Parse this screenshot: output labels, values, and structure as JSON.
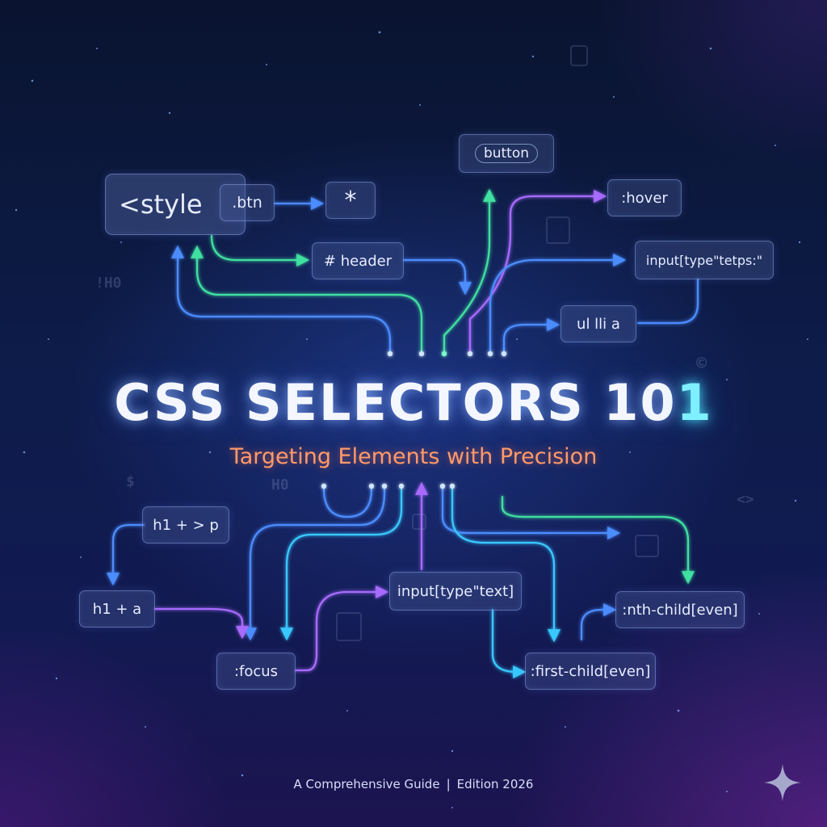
{
  "title": {
    "main": "CSS SELECTORS 10",
    "accent": "1"
  },
  "subtitle": "Targeting Elements with Precision",
  "footer": {
    "left": "A Comprehensive Guide",
    "separator": "|",
    "right": "Edition 2026"
  },
  "chips": {
    "style_tag": "<style",
    "btn": ".btn",
    "universal": "*",
    "button": "button",
    "hover": ":hover",
    "header": "# header",
    "input_attr_top": "input[type\"tetps:\"",
    "ul_li_a": "ul lli a",
    "h1_plus_p": "h1 + > p",
    "h1_plus_a": "h1 + a",
    "focus": ":focus",
    "input_text": "input[type\"text]",
    "nth_child": ":nth-child[even]",
    "first_child": ":first-child[even]"
  },
  "decor": {
    "ghost_left": "!H0",
    "ghost_right_top": "<>",
    "ghost_right_mid": "©",
    "ghost_left_mid": "$",
    "ghost_center_left": "H0"
  },
  "colors": {
    "wire_blue": "#4c8dff",
    "wire_green": "#3fe0a0",
    "wire_purple": "#a86bff",
    "wire_cyan": "#39c8ff",
    "title_accent": "#7ff0ff",
    "subtitle": "#ff9a6a"
  },
  "icons": {
    "sparkle": "sparkle-icon"
  }
}
